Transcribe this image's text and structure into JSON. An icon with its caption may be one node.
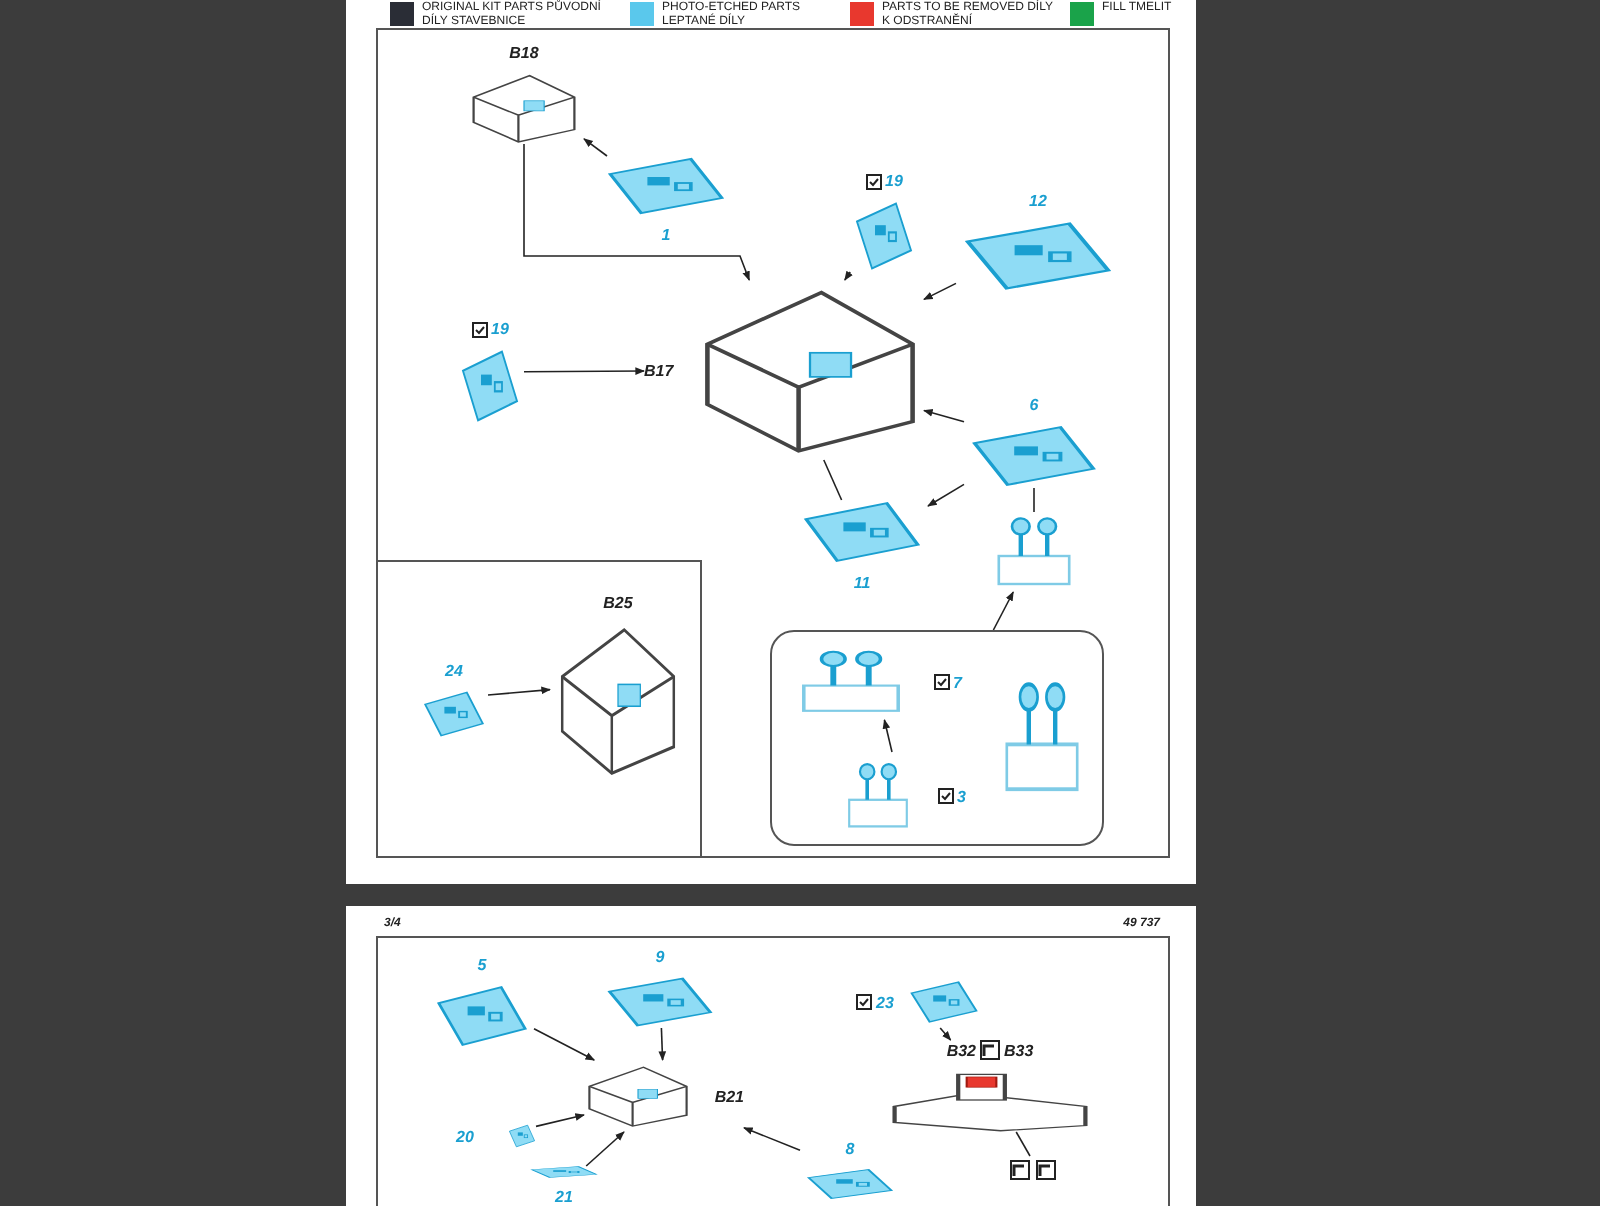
{
  "diagram": {
    "nodes": [
      {
        "text": [
          "B18"
        ]
      },
      {
        "text": [
          "1"
        ]
      },
      {
        "text": [
          "19"
        ]
      },
      {
        "text": [
          "12"
        ]
      },
      {
        "text": [
          "B17"
        ]
      },
      {
        "text": [
          "19"
        ]
      },
      {
        "text": [
          "6"
        ]
      },
      {
        "text": [
          "11"
        ]
      },
      {
        "text": [],
        "shape": "picture"
      },
      {
        "text": [],
        "shape": "box"
      },
      {
        "text": [
          "7"
        ],
        "in": 9
      },
      {
        "text": [
          "3"
        ],
        "in": 9
      },
      {
        "text": [],
        "shape": "picture",
        "in": 9
      },
      {
        "text": [],
        "shape": "box"
      },
      {
        "text": [
          "B25"
        ],
        "in": 13
      },
      {
        "text": [
          "24"
        ],
        "in": 13
      },
      {
        "text": [
          "5"
        ]
      },
      {
        "text": [
          "9"
        ]
      },
      {
        "text": [
          "B21"
        ]
      },
      {
        "text": [
          "20"
        ]
      },
      {
        "text": [
          "21"
        ]
      },
      {
        "text": [
          "8"
        ]
      },
      {
        "text": [
          "23"
        ]
      },
      {
        "text": [
          "B32",
          "B33"
        ]
      },
      {
        "text": [],
        "shape": "picture"
      }
    ],
    "edges": [
      {
        "from": 1,
        "to": 0,
        "arrow": "to"
      },
      {
        "from": 0,
        "to": 4,
        "arrow": "to"
      },
      {
        "from": 2,
        "to": 4,
        "arrow": "to"
      },
      {
        "from": 3,
        "to": 4,
        "arrow": "to"
      },
      {
        "from": 5,
        "to": 4,
        "arrow": "to"
      },
      {
        "from": 6,
        "to": 4,
        "arrow": "to"
      },
      {
        "from": 7,
        "to": 4,
        "arrow": "none"
      },
      {
        "from": 6,
        "to": 7,
        "arrow": "to"
      },
      {
        "from": 8,
        "to": 6,
        "arrow": "none"
      },
      {
        "from": 9,
        "to": 8,
        "arrow": "to"
      },
      {
        "from": 11,
        "to": 10,
        "arrow": "to"
      },
      {
        "from": 15,
        "to": 14,
        "arrow": "to"
      },
      {
        "from": 16,
        "to": 18,
        "arrow": "to"
      },
      {
        "from": 17,
        "to": 18,
        "arrow": "to"
      },
      {
        "from": 19,
        "to": 18,
        "arrow": "to"
      },
      {
        "from": 20,
        "to": 18,
        "arrow": "to"
      },
      {
        "from": 21,
        "to": 18,
        "arrow": "to"
      },
      {
        "from": 22,
        "to": 23,
        "arrow": "to"
      },
      {
        "from": 24,
        "to": 23,
        "arrow": "none"
      }
    ],
    "labels": [
      "3/4",
      "49 737"
    ],
    "legend": [
      {
        "text": "ORIGINAL KIT PARTS PŮVODNÍ DÍLY STAVEBNICE",
        "color": "#2a2d36"
      },
      {
        "text": "PHOTO-ETCHED PARTS LEPTANÉ DÍLY",
        "color": "#5ac8ec"
      },
      {
        "text": "PARTS TO BE REMOVED DÍLY K ODSTRANĚNÍ",
        "color": "#e8382e"
      },
      {
        "text": "FILL TMELIT",
        "color": "#1aa34a"
      }
    ]
  }
}
